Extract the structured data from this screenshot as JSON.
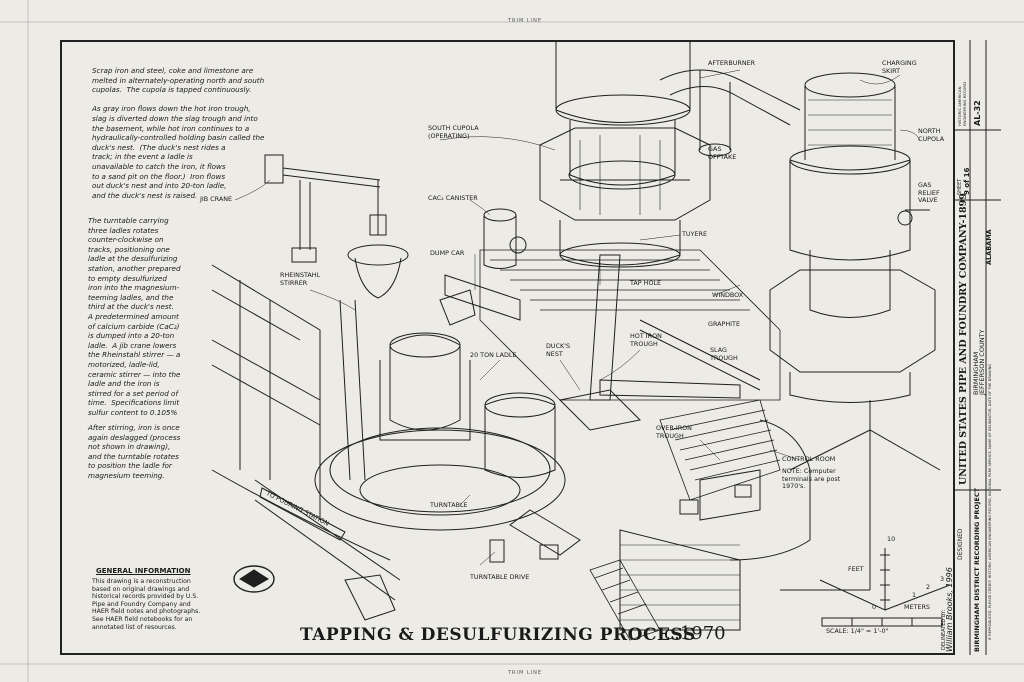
{
  "sheet": {
    "trim_top": "TRIM LINE",
    "trim_bottom": "TRIM LINE"
  },
  "intro_text": "Scrap iron and steel, coke and limestone are\nmelted in alternately-operating north and south\ncupolas.  The cupola is tapped continuously.\n\nAs gray iron flows down the hot iron trough,\nslag is diverted down the slag trough and into\nthe basement, while hot iron continues to a\nhydraulically-controlled holding basin called the\nduck's nest.  (The duck's nest rides a\ntrack; in the event a ladle is\nunavailable to catch the iron, it flows\nto a sand pit on the floor.)  Iron flows\nout duck's nest and into 20-ton ladle,\nand the duck's nest is raised.",
  "turntable_text": "The turntable carrying\nthree ladles rotates\ncounter-clockwise on\ntracks, positioning one\nladle at the desulfurizing\nstation, another prepared\nto empty desulfurized\niron into the magnesium-\nteeming ladles, and the\nthird at the duck's nest.\nA predetermined amount\nof calcium carbide (CaC₂)\nis dumped into a 20-ton\nladle.  A jib crane lowers\nthe Rheinstahl stirrer — a\nmotorized, ladle-lid,\nceramic stirrer — into the\nladle and the iron is\nstirred for a set period of\ntime.  Specifications limit\nsulfur content to 0.105%",
  "stirring_text": "After stirring, iron is once\nagain deslagged (process\nnot shown in drawing),\nand the turntable rotates\nto position the ladle for\nmagnesium teeming.",
  "general_info": {
    "title": "GENERAL INFORMATION",
    "text": "This drawing is a reconstruction\nbased on original drawings and\nhistorical records provided by U.S.\nPipe and Foundry Company and\nHAER field notes and photographs.\nSee HAER field notebooks for an\nannotated list of resources."
  },
  "labels": {
    "afterburner": "AFTERBURNER",
    "charging_skirt": "CHARGING\nSKIRT",
    "south_cupola": "SOUTH CUPOLA\n(OPERATING)",
    "north_cupola": "NORTH\nCUPOLA",
    "gas_offtake": "GAS\nOFFTAKE",
    "gas_relief": "GAS\nRELIEF\nVALVE",
    "cac2": "CaC₂ CANISTER",
    "tuyere": "TUYERE",
    "jib_crane": "JIB CRANE",
    "dump_car": "DUMP CAR",
    "rheinstahl": "RHEINSTAHL\nSTIRRER",
    "tap_hole": "TAP HOLE",
    "windbox": "WINDBOX",
    "graphite": "GRAPHITE",
    "hot_iron_trough": "HOT IRON\nTROUGH",
    "slag_trough": "SLAG\nTROUGH",
    "ducks_nest": "DUCK'S\nNEST",
    "ladle": "20 TON LADLE",
    "over_iron": "OVER-IRON\nTROUGH",
    "control_room": "CONTROL ROOM",
    "note": "NOTE: Computer\nterminals are post\n1970's.",
    "turntable": "TURNTABLE",
    "turntable_drive": "TURNTABLE DRIVE",
    "pouring_station": "TO POURING STATION",
    "feet": "FEET",
    "meters": "METERS",
    "scale": "SCALE: 1/4\" = 1'-0\""
  },
  "scale_ticks": {
    "feet_top": "10",
    "feet_zero": "0",
    "m_one": "1",
    "m_two": "2",
    "m_three": "3"
  },
  "title": {
    "main": "TAPPING & DESULFURIZING PROCESS",
    "date": "c.1970"
  },
  "delineator": {
    "delineated_by": "DELINEATED BY:",
    "name": "William Brooks, 1996"
  },
  "titleblock": {
    "company": "UNITED STATES PIPE AND FOUNDRY COMPANY-1899",
    "location": "BIRMINGHAM",
    "county": "JEFFERSON COUNTY",
    "state": "ALABAMA",
    "project": "BIRMINGHAM DISTRICT RECORDING PROJECT",
    "sheet_label": "SHEET",
    "sheet": "9 of 16",
    "record_label": "HISTORIC AMERICAN\nENGINEERING RECORD",
    "record_no": "AL-32",
    "designer": "DESIGNED",
    "fine_print": "IF REPRODUCED, PLEASE CREDIT: HISTORIC AMERICAN ENGINEERING RECORD, NATIONAL PARK SERVICE, NAME OF DELINEATOR, DATE OF THE DRAWING"
  }
}
